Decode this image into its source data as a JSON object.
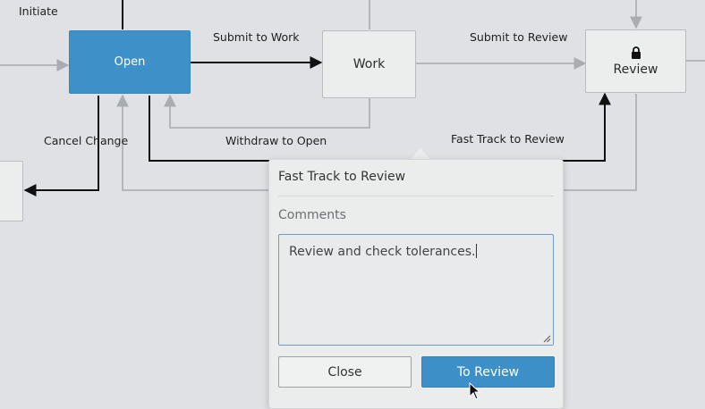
{
  "workflow": {
    "nodes": {
      "open": "Open",
      "work": "Work",
      "review": "Review"
    },
    "edges": {
      "initiate": "Initiate",
      "submit_to_work": "Submit to Work",
      "submit_to_review": "Submit to Review",
      "cancel_change": "Cancel Change",
      "withdraw_to_open": "Withdraw to Open",
      "fast_track_to_review": "Fast Track to Review"
    },
    "icons": {
      "review_lock": "lock-icon"
    }
  },
  "dialog": {
    "title": "Fast Track to Review",
    "comments_label": "Comments",
    "comments_value": "Review and check tolerances.",
    "close_label": "Close",
    "confirm_label": "To Review"
  },
  "colors": {
    "active_node": "#3d91c8",
    "primary_button": "#3d8fc7",
    "background": "#dfe1e4"
  }
}
